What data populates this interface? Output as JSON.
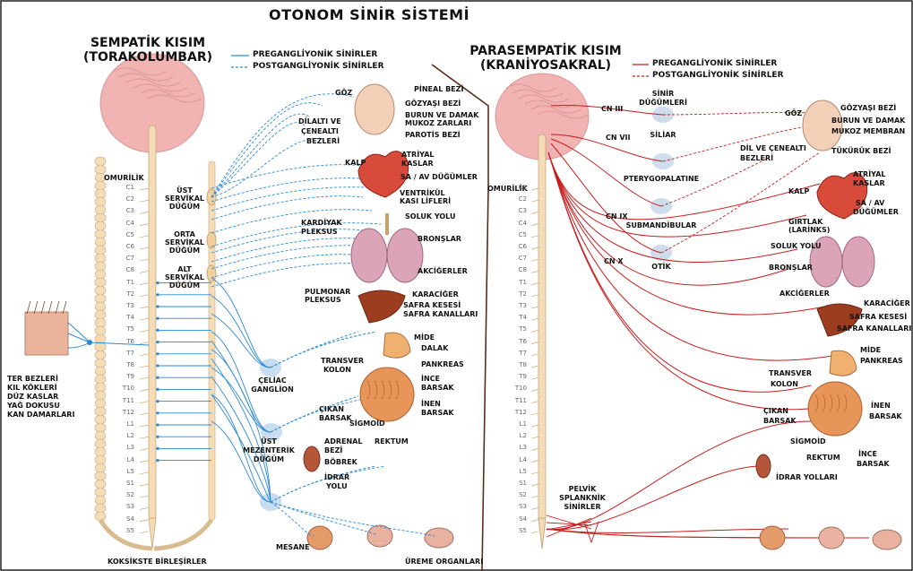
{
  "title": "OTONOM SİNİR SİSTEMİ",
  "sympathetic": {
    "title_line1": "SEMPATİK KISIM",
    "title_line2": "(TORAKOLUMBAR)",
    "legend_pre": "PREGANGLİYONİK SİNİRLER",
    "legend_post": "POSTGANGLİYONİK SİNİRLER",
    "labels": {
      "spinal_cord": "OMURİLİK",
      "upper_cervical": [
        "ÜST",
        "SERVİKAL",
        "DÜĞÜM"
      ],
      "middle_cervical": [
        "ORTA",
        "SERVİKAL",
        "DÜĞÜM"
      ],
      "lower_cervical": [
        "ALT",
        "SERVİKAL",
        "DÜĞÜM"
      ],
      "skin": [
        "TER BEZLERİ",
        "KIL KÖKLERİ",
        "DÜZ KASLAR",
        "YAĞ DOKUSU",
        "KAN DAMARLARI"
      ],
      "coccyx": "KOKSİKSTE BİRLEŞİRLER",
      "eye": "GÖZ",
      "pineal": "PİNEAL BEZİ",
      "lacrimal": "GÖZYAŞI BEZİ",
      "nasal": [
        "BURUN VE DAMAK",
        "MUKOZ ZARLARI"
      ],
      "sublingual": [
        "DİLALTI VE",
        "ÇENEALTI",
        "BEZLERİ"
      ],
      "parotid": "PAROTİS BEZİ",
      "heart": "KALP",
      "atrial": [
        "ATRİYAL",
        "KASLAR"
      ],
      "sa_av": "SA / AV DÜĞÜMLER",
      "ventricular": [
        "VENTRİKÜL",
        "KASI LİFLERİ"
      ],
      "cardiac_plexus": [
        "KARDİYAK",
        "PLEKSUS"
      ],
      "trachea": "SOLUK YOLU",
      "bronchi": "BRONŞLAR",
      "lungs": "AKCİĞERLER",
      "pulmonary_plexus": [
        "PULMONAR",
        "PLEKSUS"
      ],
      "liver": "KARACİĞER",
      "gallbladder": [
        "SAFRA KESESİ",
        "SAFRA KANALLARI"
      ],
      "stomach": "MİDE",
      "spleen": "DALAK",
      "pancreas": "PANKREAS",
      "transverse_colon": [
        "TRANSVER",
        "KOLON"
      ],
      "celiac": [
        "ÇELİAC",
        "GANGLİON"
      ],
      "small_intestine": [
        "İNCE",
        "BARSAK"
      ],
      "ascending": [
        "ÇIKAN",
        "BARSAK"
      ],
      "descending": [
        "İNEN",
        "BARSAK"
      ],
      "sigmoid": "SİGMOİD",
      "sup_mesenteric": [
        "ÜST",
        "MEZENTERİK",
        "DÜĞÜM"
      ],
      "adrenal": [
        "ADRENAL",
        "BEZİ"
      ],
      "kidney": "BÖBREK",
      "urinary": [
        "İDRAR",
        "YOLU"
      ],
      "rectum": "REKTUM",
      "bladder": "MESANE",
      "reproductive": "ÜREME ORGANLARI"
    }
  },
  "parasympathetic": {
    "title_line1": "PARASEMPATİK KISIM",
    "title_line2": "(KRANİYOSAKRAL)",
    "legend_pre": "PREGANGLİYONİK SİNİRLER",
    "legend_post": "POSTGANGLİYONİK SİNİRLER",
    "labels": {
      "spinal_cord": "OMURİLİK",
      "cn3": "CN III",
      "cn7": "CN VII",
      "cn9": "CN IX",
      "cn10": "CN X",
      "nerve_ganglia": [
        "SİNİR",
        "DÜĞÜMLERİ"
      ],
      "ciliary": "SİLİAR",
      "pterygopalatine": "PTERYGOPALATINE",
      "submandibular": "SUBMANDİBULAR",
      "otic": "OTİK",
      "eye": "GÖZ",
      "lacrimal": "GÖZYAŞI BEZİ",
      "nasal": [
        "BURUN VE DAMAK",
        "MUKOZ MEMBRAN"
      ],
      "tongue": [
        "DİL VE ÇENEALTI",
        "BEZLERİ"
      ],
      "parotid": "TÜKÜRÜK BEZİ",
      "atrial": [
        "ATRİYAL",
        "KASLAR"
      ],
      "heart": "KALP",
      "sa_av": [
        "SA / AV",
        "DÜĞÜMLER"
      ],
      "larynx": [
        "GIRTLAK",
        "(LARİNKS)"
      ],
      "trachea": "SOLUK YOLU",
      "bronchi": "BRONŞLAR",
      "lungs": "AKCİĞERLER",
      "liver": "KARACİĞER",
      "gallbladder": "SAFRA KESESİ",
      "bile": "SAFRA KANALLARI",
      "stomach": "MİDE",
      "pancreas": "PANKREAS",
      "transverse": [
        "TRANSVER",
        "KOLON"
      ],
      "descending": [
        "İNEN",
        "BARSAK"
      ],
      "ascending": [
        "ÇIKAN",
        "BARSAK"
      ],
      "sigmoid": "SİGMOİD",
      "rectum": "REKTUM",
      "small": [
        "İNCE",
        "BARSAK"
      ],
      "pelvic": [
        "PELVİK",
        "SPLANKNİK",
        "SİNİRLER"
      ],
      "urinary": "İDRAR YOLLARI"
    }
  },
  "vertebrae": [
    "C1",
    "C2",
    "C3",
    "C4",
    "C5",
    "C6",
    "C7",
    "C8",
    "T1",
    "T2",
    "T3",
    "T4",
    "T5",
    "T6",
    "T7",
    "T8",
    "T9",
    "T10",
    "T11",
    "T12",
    "L1",
    "L2",
    "L3",
    "L4",
    "L5",
    "S1",
    "S2",
    "S3",
    "S4",
    "S5"
  ],
  "colors": {
    "sympathetic": "#2a8ad4",
    "parasympathetic": "#c81e1e",
    "brain": "#f2b3b3",
    "spine": "#f3dcb6",
    "organ": "#e8955a"
  }
}
